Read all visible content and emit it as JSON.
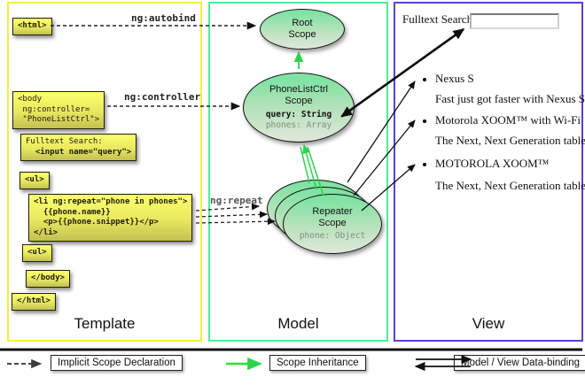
{
  "columns": {
    "template": {
      "title": "Template"
    },
    "model": {
      "title": "Model"
    },
    "view": {
      "title": "View"
    }
  },
  "template": {
    "boxes": {
      "html_open": "<html>",
      "body_open": "<body\n ng:controller=\n \"PhoneListCtrl\">",
      "fulltext_label": "Fulltext Search:",
      "fulltext_input": "  <input name=\"query\">",
      "ul_open": "<ul>",
      "li_repeat": "<li ng:repeat=\"phone in phones\">\n  {{phone.name}}\n  <p>{{phone.snippet}}</p>\n</li>",
      "ul_close": "<ul>",
      "body_close": "</body>",
      "html_close": "</html>"
    },
    "labels": {
      "autobind": "ng:autobind",
      "controller": "ng:controller",
      "repeat": "ng:repeat"
    }
  },
  "model": {
    "root_scope": {
      "title": "Root\nScope"
    },
    "phonelist_scope": {
      "title": "PhoneListCtrl\nScope",
      "prop_query": "query: String",
      "prop_phones": "phones: Array"
    },
    "repeater_scope": {
      "title": "Repeater\nScope",
      "prop_phone": "phone: Object"
    }
  },
  "view": {
    "search_label": "Fulltext Search:",
    "search_value": "",
    "items": [
      {
        "title": "Nexus S",
        "desc": "Fast just got faster with Nexus S."
      },
      {
        "title": "Motorola XOOM™  with Wi-Fi",
        "desc": "The Next, Next Generation tablet."
      },
      {
        "title": "MOTOROLA XOOM™",
        "desc": "The Next, Next Generation tablet."
      }
    ]
  },
  "legend": {
    "implicit": "Implicit Scope Declaration",
    "inheritance": "Scope Inheritance",
    "binding": "Model / View Data-binding"
  },
  "colors": {
    "template_border": "#f3ee3c",
    "model_border": "#4cf09b",
    "view_border": "#5b3fd9",
    "code_box_fill": "#f4f35f",
    "scope_fill_top": "#7fe3a3",
    "inheritance_arrow": "#2fd24f",
    "declaration_arrow": "#222222",
    "binding_arrow": "#111111"
  }
}
